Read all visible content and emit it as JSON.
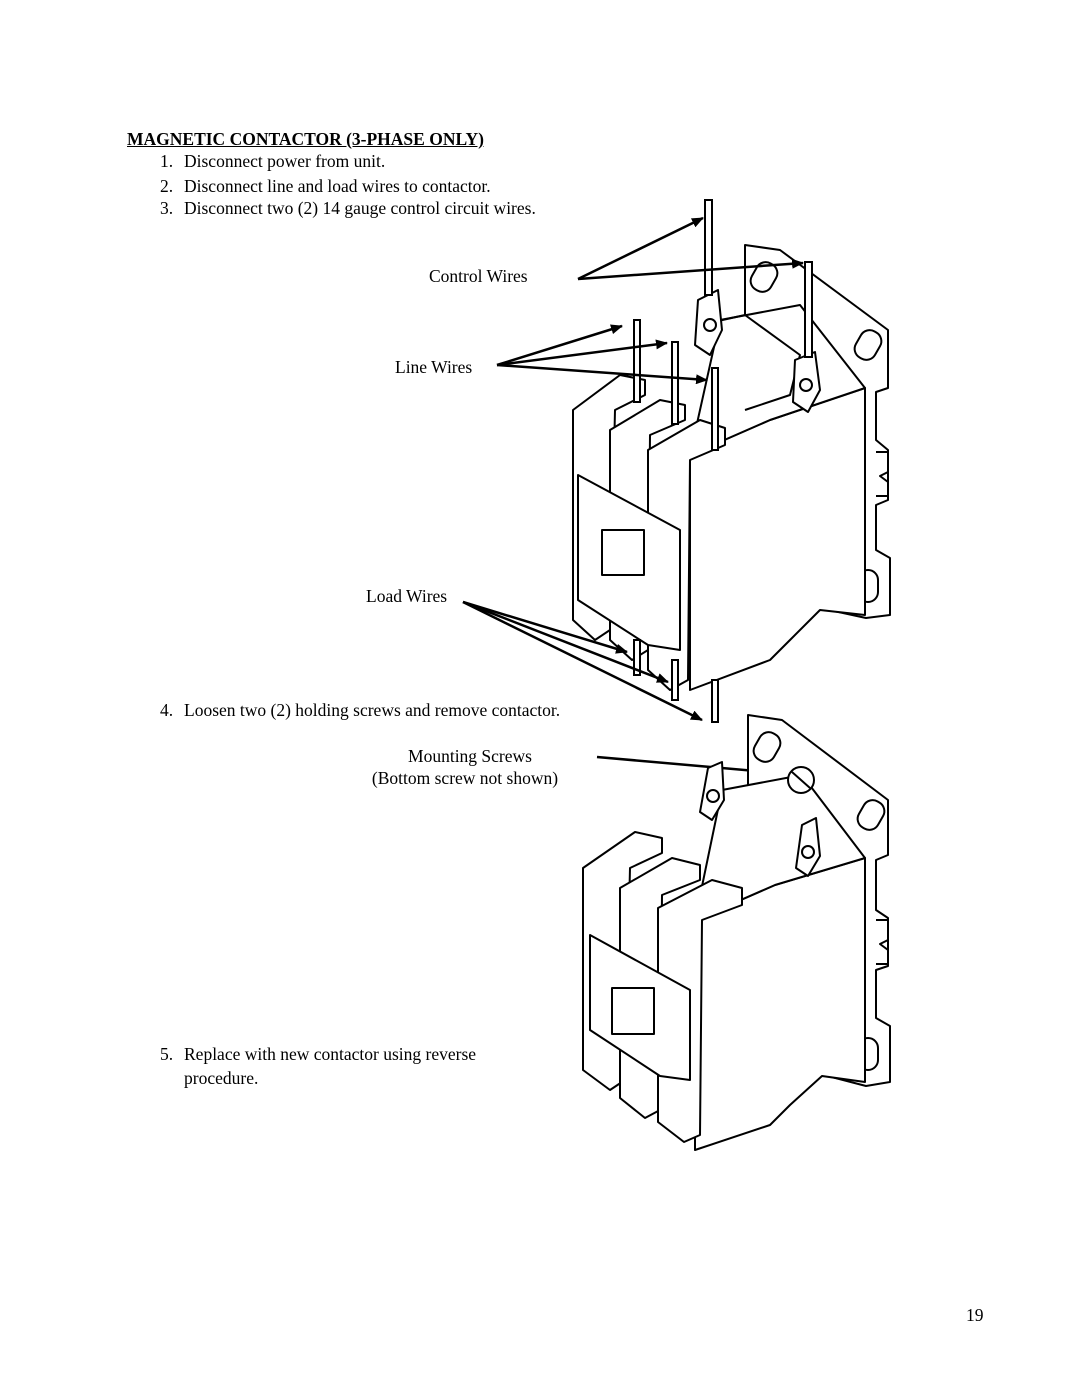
{
  "section": {
    "title": "MAGNETIC CONTACTOR (3-PHASE ONLY)"
  },
  "steps": [
    {
      "num": "1.",
      "text": "Disconnect power from unit."
    },
    {
      "num": "2.",
      "text": "Disconnect line and load wires to contactor."
    },
    {
      "num": "3.",
      "text": "Disconnect two (2) 14 gauge control circuit wires."
    },
    {
      "num": "4.",
      "text": "Loosen two (2) holding screws and remove contactor."
    },
    {
      "num": "5.",
      "text_line1": "Replace with new contactor using reverse",
      "text_line2": "procedure."
    }
  ],
  "callouts": {
    "control_wires": "Control Wires",
    "line_wires": "Line Wires",
    "load_wires": "Load Wires",
    "mounting_screws": "Mounting Screws",
    "bottom_screw_note": "(Bottom screw not shown)"
  },
  "page_number": "19"
}
